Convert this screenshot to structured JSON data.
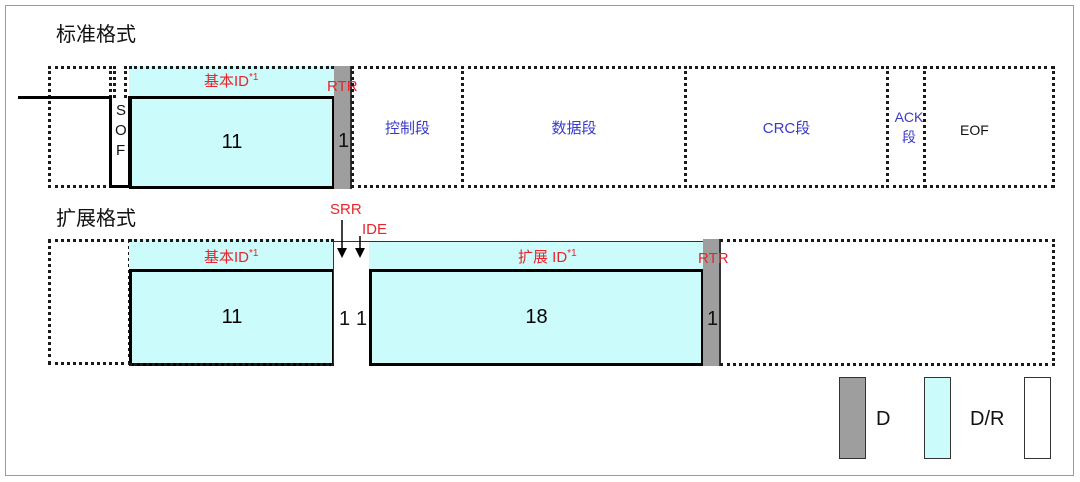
{
  "standard": {
    "heading": "标准格式",
    "base_id_label": "基本ID",
    "base_id_sup": "*1",
    "base_id_bits": "11",
    "rtr_label": "RTR",
    "rtr_bits": "1",
    "sof_chars": [
      "S",
      "O",
      "F"
    ],
    "control_label": "控制段",
    "data_label": "数据段",
    "crc_label": "CRC段",
    "ack_line1": "ACK",
    "ack_line2": "段",
    "eof_label": "EOF"
  },
  "extended": {
    "heading": "扩展格式",
    "base_id_label": "基本ID",
    "base_id_sup": "*1",
    "base_id_bits": "11",
    "srr_label": "SRR",
    "srr_bits": "1",
    "ide_label": "IDE",
    "ide_bits": "1",
    "ext_id_label": "扩展 ID",
    "ext_id_sup": "*1",
    "ext_id_bits": "18",
    "rtr_label": "RTR",
    "rtr_bits": "1"
  },
  "legend": {
    "dominant_label": "D",
    "dr_label": "D/R"
  },
  "colors": {
    "cyan": "#ccfbfb",
    "gray": "#9e9e9e",
    "red": "#e8252a",
    "blue": "#3a3acb"
  }
}
